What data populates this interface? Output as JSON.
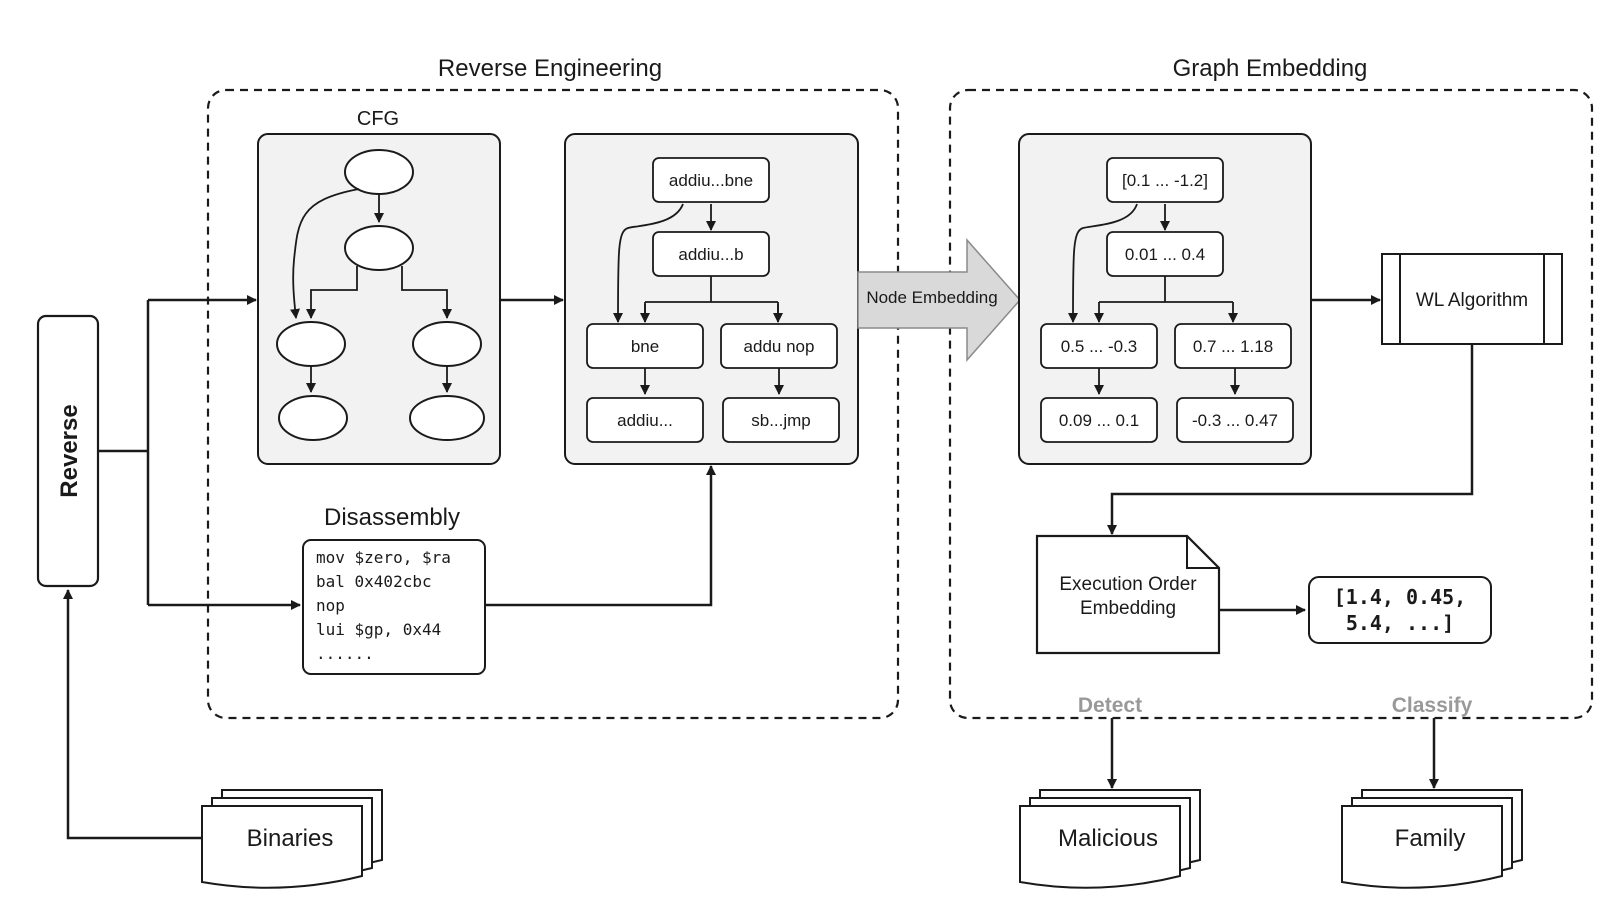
{
  "sections": {
    "reverse_engineering": "Reverse Engineering",
    "graph_embedding": "Graph Embedding"
  },
  "reverse_box": "Reverse",
  "cfg": {
    "title": "CFG"
  },
  "disassembly": {
    "title": "Disassembly",
    "lines": [
      "mov $zero, $ra",
      "bal 0x402cbc",
      "nop",
      "lui $gp, 0x44",
      "......"
    ]
  },
  "instruction_graph": {
    "top": "addiu...bne",
    "mid": "addiu...b",
    "left": "bne",
    "right": "addu nop",
    "left_child": "addiu...",
    "right_child": "sb...jmp"
  },
  "node_embedding_arrow": "Node Embedding",
  "embedding_graph": {
    "top": "[0.1 ... -1.2]",
    "mid": "0.01 ... 0.4",
    "left": "0.5 ... -0.3",
    "right": "0.7 ... 1.18",
    "left_child": "0.09 ... 0.1",
    "right_child": "-0.3 ... 0.47"
  },
  "wl_algorithm": "WL Algorithm",
  "execution_order": {
    "line1": "Execution Order",
    "line2": "Embedding"
  },
  "vector_output": {
    "line1": "[1.4, 0.45,",
    "line2": "5.4, ...]"
  },
  "tasks": {
    "detect": "Detect",
    "classify": "Classify"
  },
  "documents": {
    "binaries": "Binaries",
    "malicious": "Malicious",
    "family": "Family"
  },
  "colors": {
    "stroke": "#1a1a1a",
    "panel_fill": "#f2f2f2",
    "node_fill": "#ffffff",
    "arrow_fill": "#d9d9d9",
    "task_label": "#999999"
  }
}
